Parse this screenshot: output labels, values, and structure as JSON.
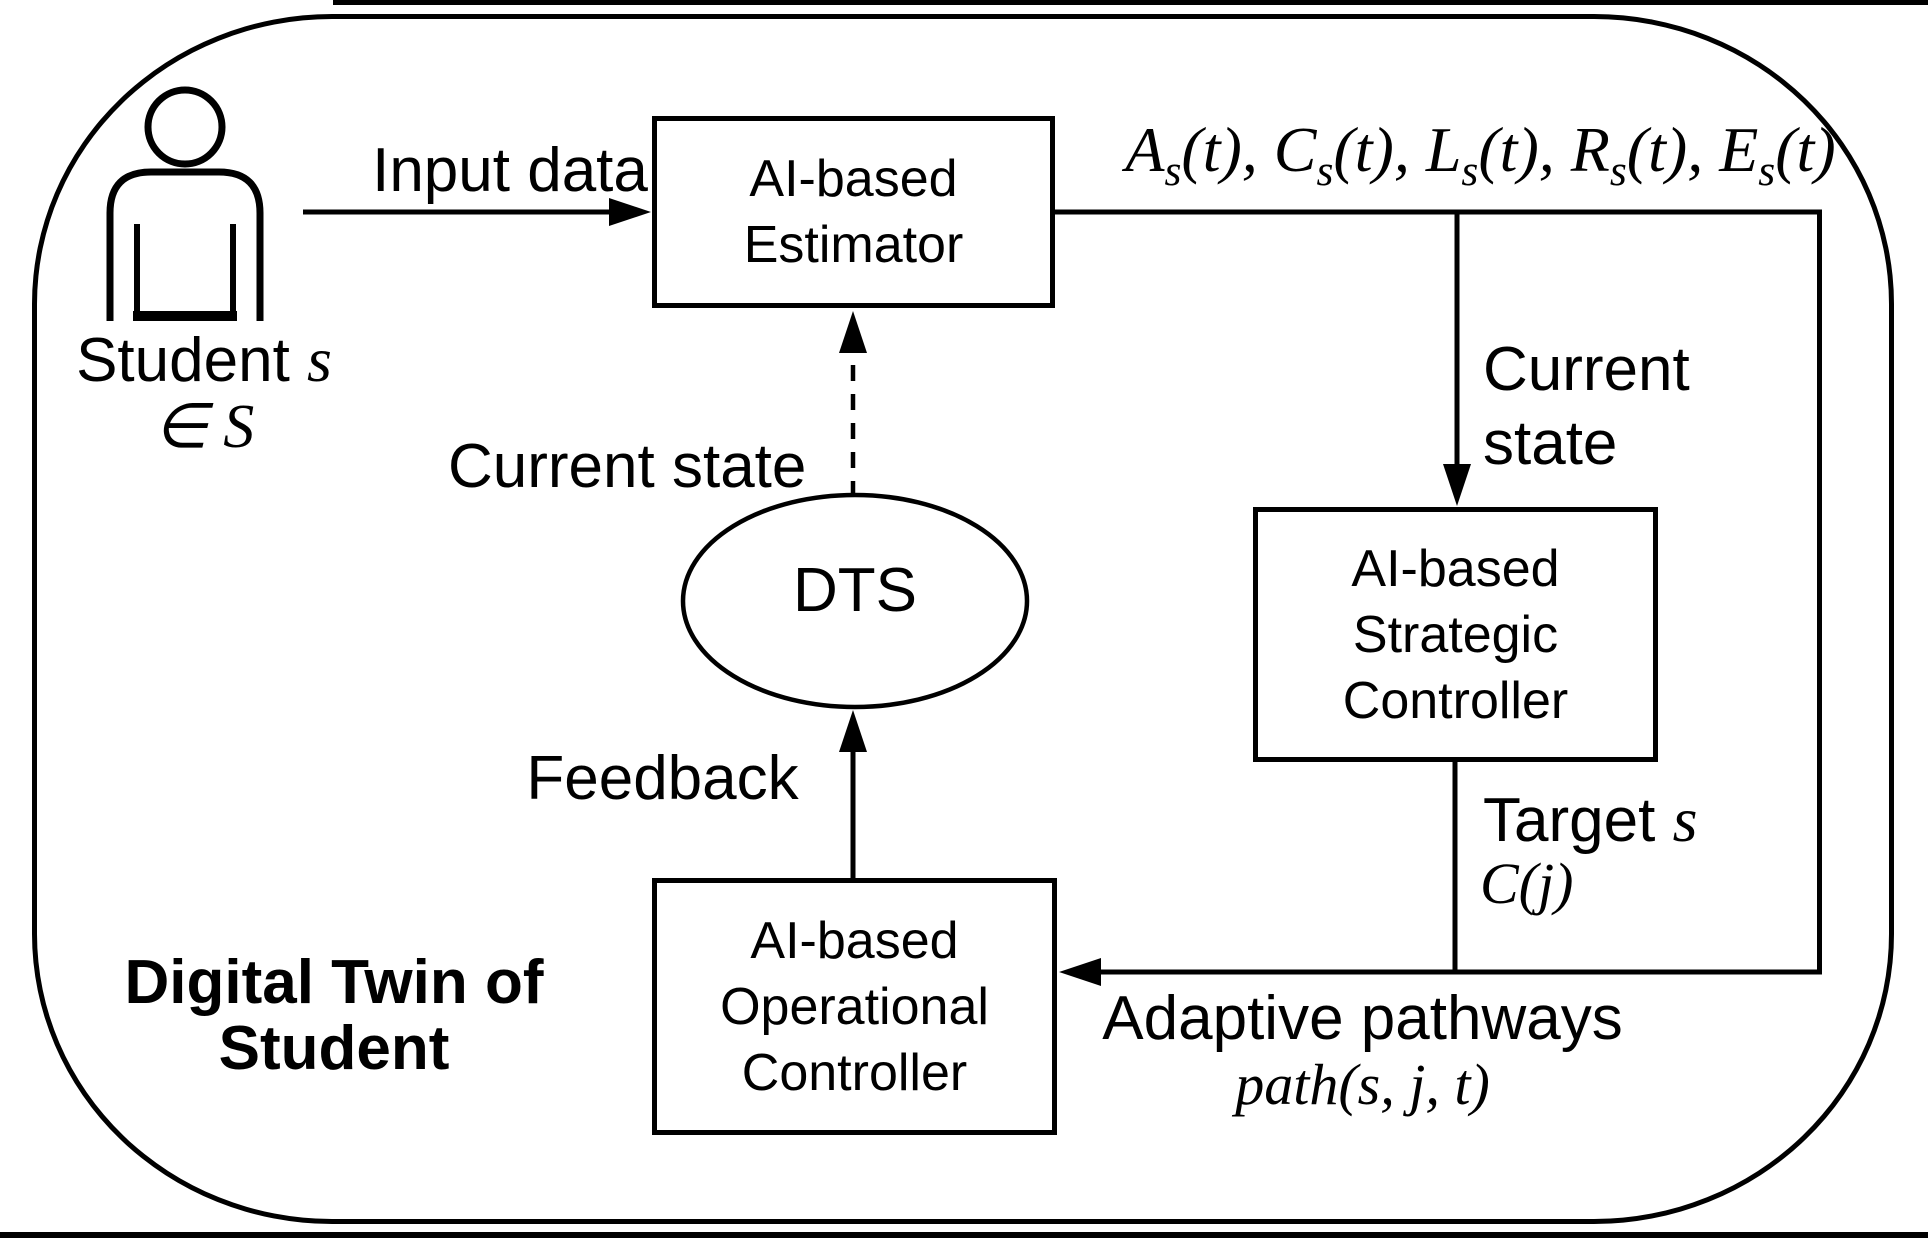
{
  "colors": {
    "ink": "#000000",
    "background": "#ffffff"
  },
  "frame": {
    "title_line1": "Digital Twin of",
    "title_line2": "Student"
  },
  "student": {
    "label": "Student",
    "variable": "s",
    "membership": "∈ S"
  },
  "boxes": {
    "estimator": {
      "line1": "AI-based",
      "line2": "Estimator"
    },
    "strategic": {
      "line1": "AI-based",
      "line2": "Strategic",
      "line3": "Controller"
    },
    "operational": {
      "line1": "AI-based",
      "line2": "Operational",
      "line3": "Controller"
    }
  },
  "dts": {
    "label": "DTS"
  },
  "edges": {
    "input_data": "Input data",
    "state_vector": "A_{s}(t), C_{s}(t), L_{s}(t), R_{s}(t), E_{s}(t)",
    "current_state_vertical_line1": "Current",
    "current_state_vertical_line2": "state",
    "current_state_dts": "Current state",
    "feedback": "Feedback",
    "target_label": "Target",
    "target_variable": "s",
    "target_formula": "C(j)",
    "adaptive_pathways": "Adaptive pathways",
    "adaptive_formula": "path(s, j, t)"
  }
}
